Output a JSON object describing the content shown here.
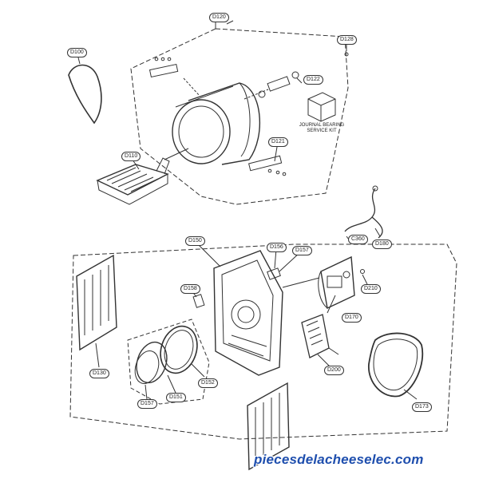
{
  "labels": {
    "d120": "D120",
    "d128": "D128",
    "d100": "D100",
    "d122": "D122",
    "d121": "D121",
    "d110": "D110",
    "d180": "D180",
    "c360": "C360",
    "d150": "D150",
    "d156": "D156",
    "d157_top": "D157",
    "d210": "D210",
    "d158": "D158",
    "d170": "D170",
    "d130": "D130",
    "d200": "D200",
    "d152": "D152",
    "d151": "D151",
    "d157_bottom": "D157",
    "d173": "D173"
  },
  "kit_text": {
    "line1": "JOURNAL BEARING",
    "line2": "SERVICE KIT"
  },
  "watermark": "piecesdelacheeselec.com",
  "colors": {
    "line": "#333333",
    "watermark": "#1f4fae",
    "background": "#ffffff"
  }
}
